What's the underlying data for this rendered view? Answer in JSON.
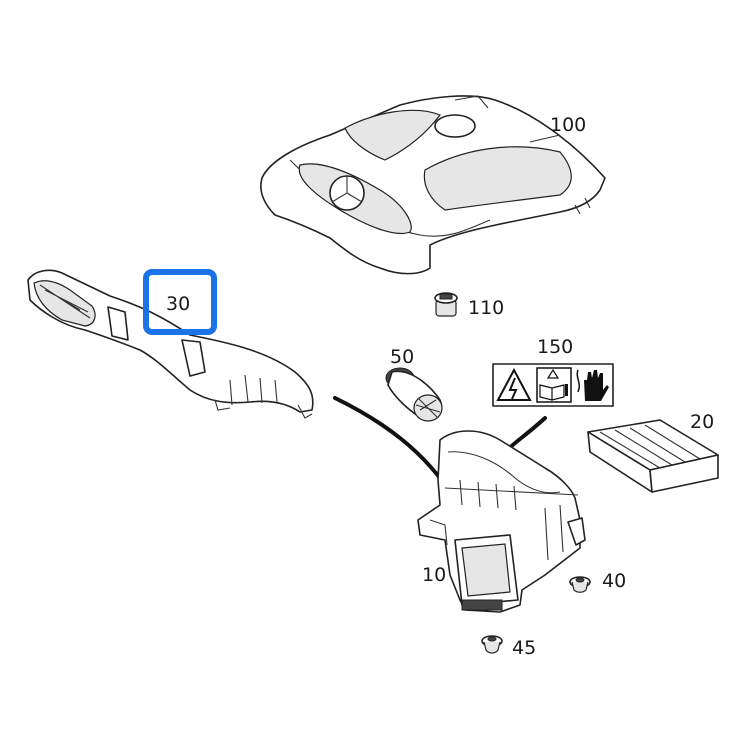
{
  "diagram": {
    "highlight_color": "#1a73e8",
    "callouts": [
      {
        "id": "100",
        "label": "100"
      },
      {
        "id": "110",
        "label": "110"
      },
      {
        "id": "30",
        "label": "30",
        "highlighted": true
      },
      {
        "id": "50",
        "label": "50"
      },
      {
        "id": "150",
        "label": "150"
      },
      {
        "id": "20",
        "label": "20"
      },
      {
        "id": "10",
        "label": "10"
      },
      {
        "id": "40",
        "label": "40"
      },
      {
        "id": "45",
        "label": "45"
      }
    ],
    "parts": [
      {
        "name": "engine-cover",
        "callout": "100"
      },
      {
        "name": "grommet",
        "callout": "110"
      },
      {
        "name": "intake-duct",
        "callout": "30"
      },
      {
        "name": "air-mass-sensor",
        "callout": "50"
      },
      {
        "name": "warning-label",
        "callout": "150"
      },
      {
        "name": "air-filter-element",
        "callout": "20"
      },
      {
        "name": "air-filter-housing",
        "callout": "10"
      },
      {
        "name": "rubber-mount",
        "callout": "40"
      },
      {
        "name": "rubber-buffer",
        "callout": "45"
      }
    ],
    "label_icons": [
      "high-voltage-warning-icon",
      "caution-manual-icon",
      "glove-hand-icon"
    ]
  }
}
